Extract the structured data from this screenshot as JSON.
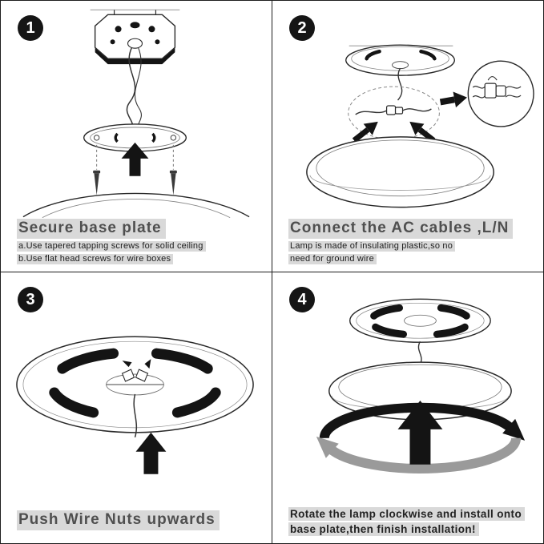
{
  "colors": {
    "badge_background": "#151515",
    "badge_text": "#ffffff",
    "text_highlight": "#d9d9d9",
    "title_text": "#4f4f4f",
    "note_text": "#1c1c1c",
    "line_art": "#2a2a2a",
    "arrow_black": "#141414",
    "arrow_gray": "#9a9a9a"
  },
  "panels": [
    {
      "number": "1",
      "title": "Secure base plate",
      "note_line1": "a.Use tapered tapping screws for solid ceiling",
      "note_line2": "b.Use flat head screws for wire boxes",
      "illustration": "junction-box, hanging-wires, base-plate, up-arrow, two-screws, lamp-dome-arc"
    },
    {
      "number": "2",
      "title": "Connect the AC cables ,L/N",
      "note_line1": "Lamp is made of insulating plastic,so no",
      "note_line2": "need for ground wire",
      "illustration": "mounted-base-plate, drop-wire, ac-connector, press-arrows, magnified-connector-detail, round-lamp"
    },
    {
      "number": "3",
      "title": "Push Wire Nuts upwards",
      "illustration": "base-plate-underside, vent-slots, wire-nuts, drop-wire, up-arrow"
    },
    {
      "number": "4",
      "title_line1": "Rotate the lamp clockwise and install onto",
      "title_line2": "base plate,then finish installation!",
      "illustration": "base-plate, drop-wire, lamp-body, clockwise-rotation-arrows, large-up-arrow"
    }
  ]
}
